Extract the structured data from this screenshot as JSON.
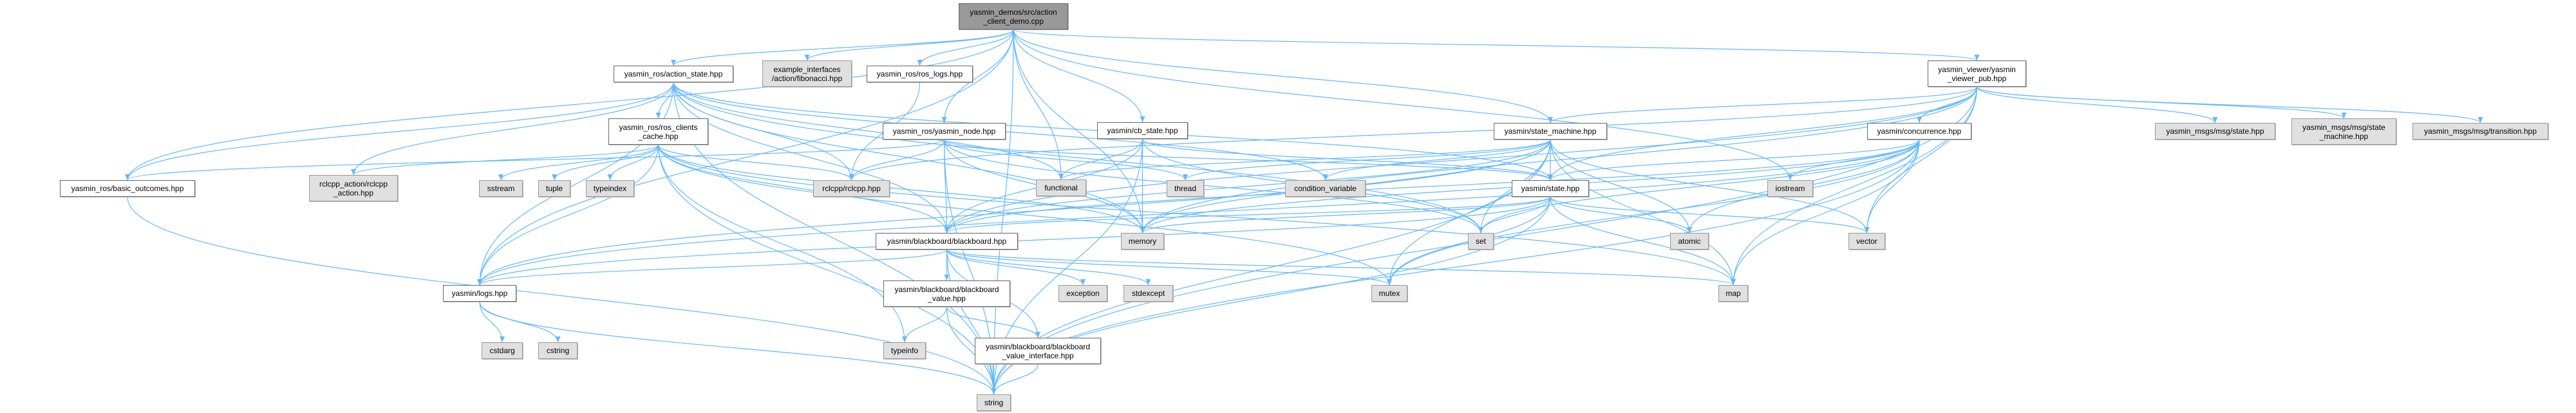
{
  "colors": {
    "edge": "#63b8ff",
    "root_fill": "#999999",
    "external_fill": "#e0e0e0",
    "local_fill": "#ffffff"
  },
  "nodes": {
    "root": {
      "lines": [
        "yasmin_demos/src/action",
        "_client_demo.cpp"
      ],
      "kind": "root"
    },
    "action_state": {
      "lines": [
        "yasmin_ros/action_state.hpp"
      ],
      "kind": "local"
    },
    "fibonacci": {
      "lines": [
        "example_interfaces",
        "/action/fibonacci.hpp"
      ],
      "kind": "ext"
    },
    "ros_logs": {
      "lines": [
        "yasmin_ros/ros_logs.hpp"
      ],
      "kind": "local"
    },
    "viewer_pub": {
      "lines": [
        "yasmin_viewer/yasmin",
        "_viewer_pub.hpp"
      ],
      "kind": "local"
    },
    "clients_cache": {
      "lines": [
        "yasmin_ros/ros_clients",
        "_cache.hpp"
      ],
      "kind": "local"
    },
    "yasmin_node": {
      "lines": [
        "yasmin_ros/yasmin_node.hpp"
      ],
      "kind": "local"
    },
    "cb_state": {
      "lines": [
        "yasmin/cb_state.hpp"
      ],
      "kind": "local"
    },
    "state_machine": {
      "lines": [
        "yasmin/state_machine.hpp"
      ],
      "kind": "local"
    },
    "concurrence": {
      "lines": [
        "yasmin/concurrence.hpp"
      ],
      "kind": "local"
    },
    "msg_state": {
      "lines": [
        "yasmin_msgs/msg/state.hpp"
      ],
      "kind": "ext"
    },
    "msg_state_machine": {
      "lines": [
        "yasmin_msgs/msg/state",
        "_machine.hpp"
      ],
      "kind": "ext"
    },
    "msg_transition": {
      "lines": [
        "yasmin_msgs/msg/transition.hpp"
      ],
      "kind": "ext"
    },
    "basic_outcomes": {
      "lines": [
        "yasmin_ros/basic_outcomes.hpp"
      ],
      "kind": "local"
    },
    "rclcpp_action": {
      "lines": [
        "rclcpp_action/rclcpp",
        "_action.hpp"
      ],
      "kind": "ext"
    },
    "sstream": {
      "lines": [
        "sstream"
      ],
      "kind": "ext"
    },
    "tuple": {
      "lines": [
        "tuple"
      ],
      "kind": "ext"
    },
    "typeindex": {
      "lines": [
        "typeindex"
      ],
      "kind": "ext"
    },
    "rclcpp": {
      "lines": [
        "rclcpp/rclcpp.hpp"
      ],
      "kind": "ext"
    },
    "functional": {
      "lines": [
        "functional"
      ],
      "kind": "ext"
    },
    "thread": {
      "lines": [
        "thread"
      ],
      "kind": "ext"
    },
    "condition_variable": {
      "lines": [
        "condition_variable"
      ],
      "kind": "ext"
    },
    "state": {
      "lines": [
        "yasmin/state.hpp"
      ],
      "kind": "local"
    },
    "iostream": {
      "lines": [
        "iostream"
      ],
      "kind": "ext"
    },
    "blackboard": {
      "lines": [
        "yasmin/blackboard/blackboard.hpp"
      ],
      "kind": "local"
    },
    "memory": {
      "lines": [
        "memory"
      ],
      "kind": "ext"
    },
    "set": {
      "lines": [
        "set"
      ],
      "kind": "ext"
    },
    "atomic": {
      "lines": [
        "atomic"
      ],
      "kind": "ext"
    },
    "vector": {
      "lines": [
        "vector"
      ],
      "kind": "ext"
    },
    "logs": {
      "lines": [
        "yasmin/logs.hpp"
      ],
      "kind": "local"
    },
    "bb_value": {
      "lines": [
        "yasmin/blackboard/blackboard",
        "_value.hpp"
      ],
      "kind": "local"
    },
    "exception": {
      "lines": [
        "exception"
      ],
      "kind": "ext"
    },
    "stdexcept": {
      "lines": [
        "stdexcept"
      ],
      "kind": "ext"
    },
    "mutex": {
      "lines": [
        "mutex"
      ],
      "kind": "ext"
    },
    "map": {
      "lines": [
        "map"
      ],
      "kind": "ext"
    },
    "cstdarg": {
      "lines": [
        "cstdarg"
      ],
      "kind": "ext"
    },
    "cstring": {
      "lines": [
        "cstring"
      ],
      "kind": "ext"
    },
    "typeinfo": {
      "lines": [
        "typeinfo"
      ],
      "kind": "ext"
    },
    "bb_value_iface": {
      "lines": [
        "yasmin/blackboard/blackboard",
        "_value_interface.hpp"
      ],
      "kind": "local"
    },
    "string": {
      "lines": [
        "string"
      ],
      "kind": "ext"
    }
  },
  "edges": [
    [
      "root",
      "action_state"
    ],
    [
      "root",
      "fibonacci"
    ],
    [
      "root",
      "ros_logs"
    ],
    [
      "root",
      "yasmin_node"
    ],
    [
      "root",
      "cb_state"
    ],
    [
      "root",
      "state_machine"
    ],
    [
      "root",
      "viewer_pub"
    ],
    [
      "root",
      "basic_outcomes"
    ],
    [
      "root",
      "logs"
    ],
    [
      "root",
      "memory"
    ],
    [
      "root",
      "string"
    ],
    [
      "root",
      "iostream"
    ],
    [
      "root",
      "functional"
    ],
    [
      "action_state",
      "clients_cache"
    ],
    [
      "action_state",
      "basic_outcomes"
    ],
    [
      "action_state",
      "rclcpp_action"
    ],
    [
      "action_state",
      "logs"
    ],
    [
      "action_state",
      "blackboard"
    ],
    [
      "action_state",
      "string"
    ],
    [
      "action_state",
      "rclcpp"
    ],
    [
      "action_state",
      "memory"
    ],
    [
      "action_state",
      "functional"
    ],
    [
      "action_state",
      "state"
    ],
    [
      "action_state",
      "condition_variable"
    ],
    [
      "action_state",
      "set"
    ],
    [
      "clients_cache",
      "sstream"
    ],
    [
      "clients_cache",
      "tuple"
    ],
    [
      "clients_cache",
      "typeindex"
    ],
    [
      "clients_cache",
      "rclcpp_action"
    ],
    [
      "clients_cache",
      "logs"
    ],
    [
      "clients_cache",
      "rclcpp"
    ],
    [
      "clients_cache",
      "memory"
    ],
    [
      "clients_cache",
      "map"
    ],
    [
      "clients_cache",
      "mutex"
    ],
    [
      "clients_cache",
      "string"
    ],
    [
      "clients_cache",
      "typeinfo"
    ],
    [
      "clients_cache",
      "blackboard"
    ],
    [
      "yasmin_node",
      "rclcpp"
    ],
    [
      "yasmin_node",
      "blackboard"
    ],
    [
      "yasmin_node",
      "memory"
    ],
    [
      "yasmin_node",
      "string"
    ],
    [
      "yasmin_node",
      "thread"
    ],
    [
      "yasmin_node",
      "state"
    ],
    [
      "yasmin_node",
      "basic_outcomes"
    ],
    [
      "yasmin_node",
      "set"
    ],
    [
      "ros_logs",
      "rclcpp"
    ],
    [
      "cb_state",
      "functional"
    ],
    [
      "cb_state",
      "memory"
    ],
    [
      "cb_state",
      "string"
    ],
    [
      "cb_state",
      "state"
    ],
    [
      "cb_state",
      "blackboard"
    ],
    [
      "cb_state",
      "set"
    ],
    [
      "state_machine",
      "functional"
    ],
    [
      "state_machine",
      "thread"
    ],
    [
      "state_machine",
      "condition_variable"
    ],
    [
      "state_machine",
      "state"
    ],
    [
      "state_machine",
      "blackboard"
    ],
    [
      "state_machine",
      "memory"
    ],
    [
      "state_machine",
      "set"
    ],
    [
      "state_machine",
      "atomic"
    ],
    [
      "state_machine",
      "mutex"
    ],
    [
      "state_machine",
      "map"
    ],
    [
      "state_machine",
      "string"
    ],
    [
      "state_machine",
      "vector"
    ],
    [
      "state_machine",
      "logs"
    ],
    [
      "state",
      "blackboard"
    ],
    [
      "state",
      "memory"
    ],
    [
      "state",
      "set"
    ],
    [
      "state",
      "atomic"
    ],
    [
      "state",
      "vector"
    ],
    [
      "state",
      "string"
    ],
    [
      "state",
      "logs"
    ],
    [
      "state",
      "mutex"
    ],
    [
      "state",
      "map"
    ],
    [
      "blackboard",
      "logs"
    ],
    [
      "blackboard",
      "exception"
    ],
    [
      "blackboard",
      "stdexcept"
    ],
    [
      "blackboard",
      "mutex"
    ],
    [
      "blackboard",
      "map"
    ],
    [
      "blackboard",
      "string"
    ],
    [
      "blackboard",
      "bb_value"
    ],
    [
      "blackboard",
      "bb_value_iface"
    ],
    [
      "bb_value",
      "typeinfo"
    ],
    [
      "bb_value",
      "string"
    ],
    [
      "bb_value",
      "bb_value_iface"
    ],
    [
      "bb_value_iface",
      "string"
    ],
    [
      "logs",
      "cstdarg"
    ],
    [
      "logs",
      "cstring"
    ],
    [
      "logs",
      "string"
    ],
    [
      "basic_outcomes",
      "string"
    ],
    [
      "viewer_pub",
      "concurrence"
    ],
    [
      "viewer_pub",
      "state_machine"
    ],
    [
      "viewer_pub",
      "state"
    ],
    [
      "viewer_pub",
      "msg_state"
    ],
    [
      "viewer_pub",
      "msg_state_machine"
    ],
    [
      "viewer_pub",
      "msg_transition"
    ],
    [
      "viewer_pub",
      "rclcpp"
    ],
    [
      "viewer_pub",
      "memory"
    ],
    [
      "viewer_pub",
      "map"
    ],
    [
      "viewer_pub",
      "vector"
    ],
    [
      "viewer_pub",
      "string"
    ],
    [
      "viewer_pub",
      "blackboard"
    ],
    [
      "concurrence",
      "state"
    ],
    [
      "concurrence",
      "iostream"
    ],
    [
      "concurrence",
      "memory"
    ],
    [
      "concurrence",
      "set"
    ],
    [
      "concurrence",
      "map"
    ],
    [
      "concurrence",
      "mutex"
    ],
    [
      "concurrence",
      "vector"
    ],
    [
      "concurrence",
      "atomic"
    ],
    [
      "concurrence",
      "string"
    ],
    [
      "concurrence",
      "blackboard"
    ],
    [
      "concurrence",
      "logs"
    ]
  ]
}
